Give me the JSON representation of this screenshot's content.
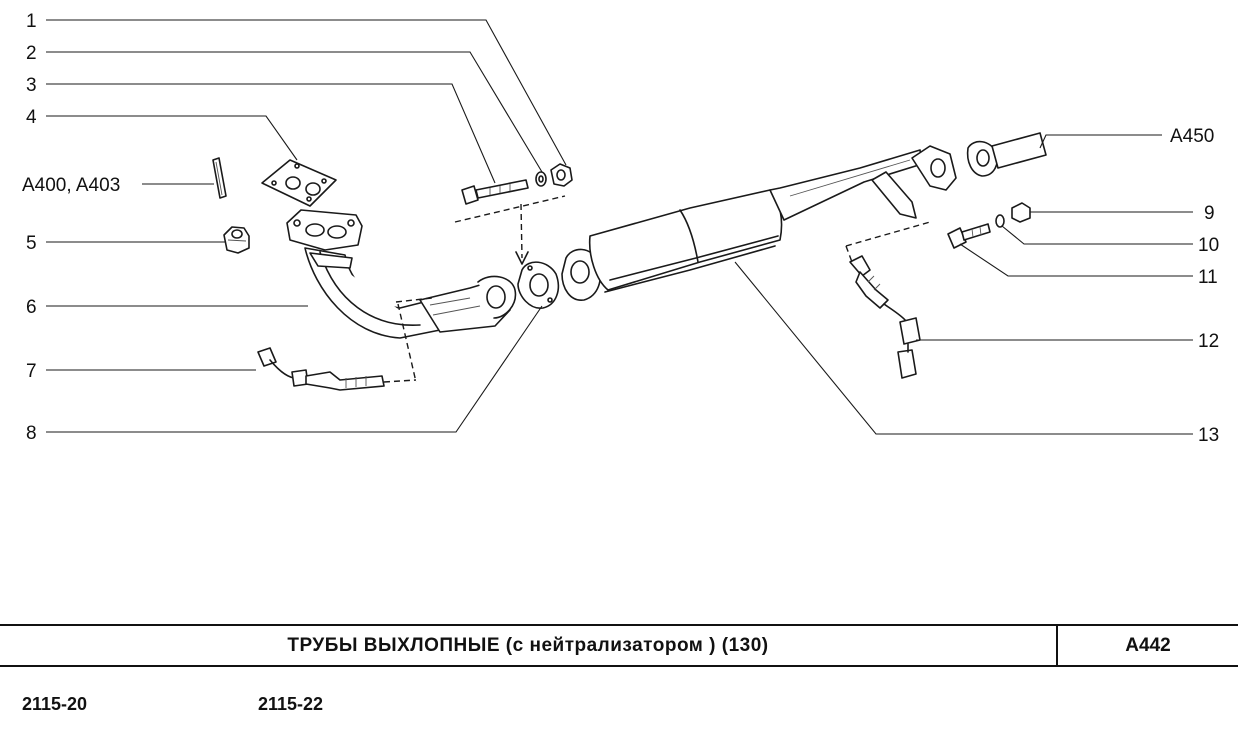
{
  "diagram": {
    "callouts": [
      {
        "id": "c1",
        "label": "1"
      },
      {
        "id": "c2",
        "label": "2"
      },
      {
        "id": "c3",
        "label": "3"
      },
      {
        "id": "c4",
        "label": "4"
      },
      {
        "id": "c-a400",
        "label": "A400, A403"
      },
      {
        "id": "c5",
        "label": "5"
      },
      {
        "id": "c6",
        "label": "6"
      },
      {
        "id": "c7",
        "label": "7"
      },
      {
        "id": "c8",
        "label": "8"
      },
      {
        "id": "c-a450",
        "label": "A450"
      },
      {
        "id": "c9",
        "label": "9"
      },
      {
        "id": "c10",
        "label": "10"
      },
      {
        "id": "c11",
        "label": "11"
      },
      {
        "id": "c12",
        "label": "12"
      },
      {
        "id": "c13",
        "label": "13"
      }
    ]
  },
  "title_block": {
    "title": "ТРУБЫ  ВЫХЛОПНЫЕ  (с  нейтрализатором )  (130)",
    "code": "A442"
  },
  "models": [
    "2115-20",
    "2115-22"
  ]
}
